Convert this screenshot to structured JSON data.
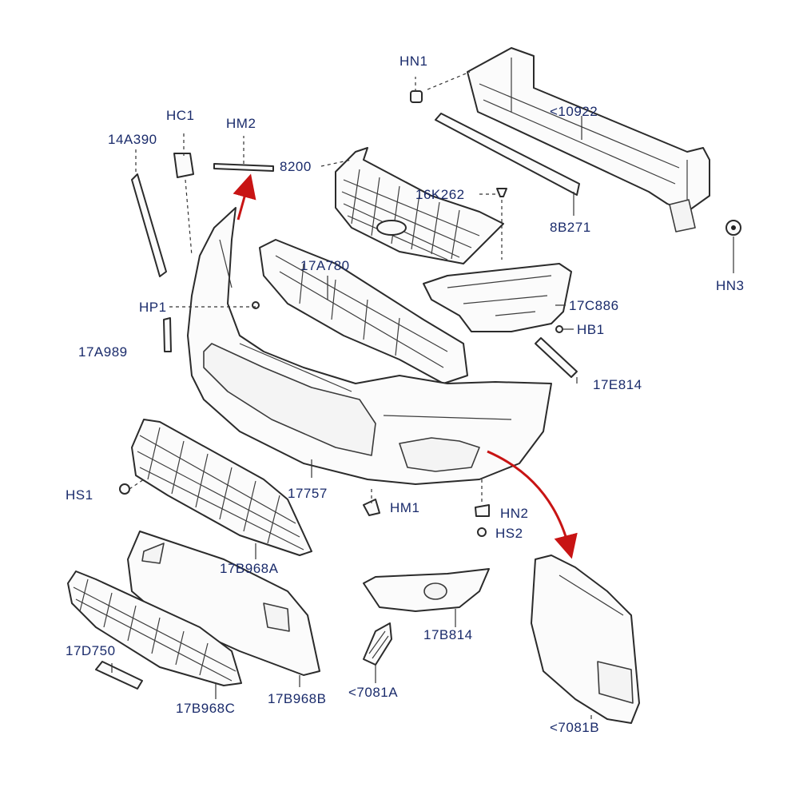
{
  "colors": {
    "label": "#1a2b6b",
    "line": "#2b2b2b",
    "arrow": "#c81414",
    "background": "#ffffff"
  },
  "labels": {
    "HN1": "HN1",
    "HC1": "HC1",
    "HM2": "HM2",
    "14A390": "14A390",
    "10922": "<10922",
    "8200": "8200",
    "16K262": "16K262",
    "8B271": "8B271",
    "HN3": "HN3",
    "17A780": "17A780",
    "HP1": "HP1",
    "17C886": "17C886",
    "HB1": "HB1",
    "17A989": "17A989",
    "17E814": "17E814",
    "HS1": "HS1",
    "17757": "17757",
    "HM1": "HM1",
    "HN2": "HN2",
    "HS2": "HS2",
    "17B968A": "17B968A",
    "17D750": "17D750",
    "17B814": "17B814",
    "17B968C": "17B968C",
    "17B968B": "17B968B",
    "7081A": "<7081A",
    "7081B": "<7081B"
  }
}
